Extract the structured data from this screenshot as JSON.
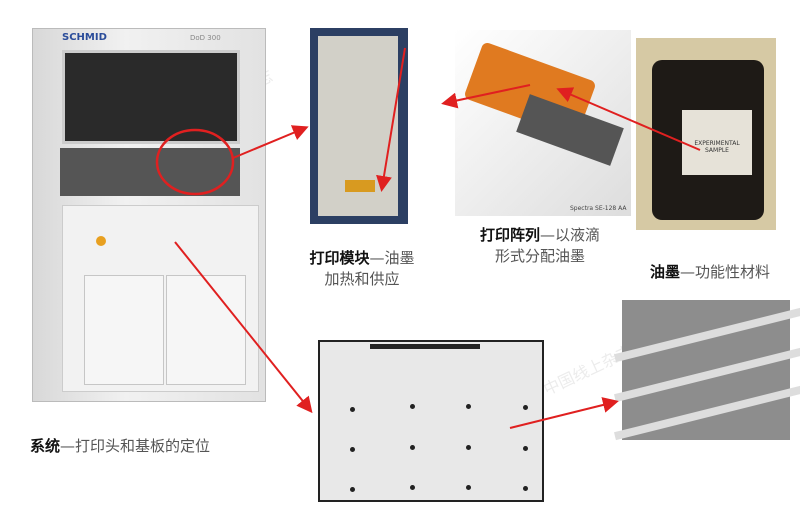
{
  "machine": {
    "brand": "SCHMID",
    "model": "DoD 300"
  },
  "captions": {
    "module_bold": "打印模块",
    "module_rest": "—油墨",
    "module_line2": "加热和供应",
    "array_bold": "打印阵列",
    "array_rest": "—以液滴",
    "array_line2": "形式分配油墨",
    "ink_bold": "油墨",
    "ink_rest": "—功能性材料",
    "system_bold": "系统",
    "system_rest": "—打印头和基板的定位"
  },
  "head_label": "Spectra SE-128 AA",
  "bottle_label": "EXPERIMENTAL SAMPLE",
  "watermark": "PCB007中国线上杂志",
  "colors": {
    "arrow": "#e02020"
  }
}
